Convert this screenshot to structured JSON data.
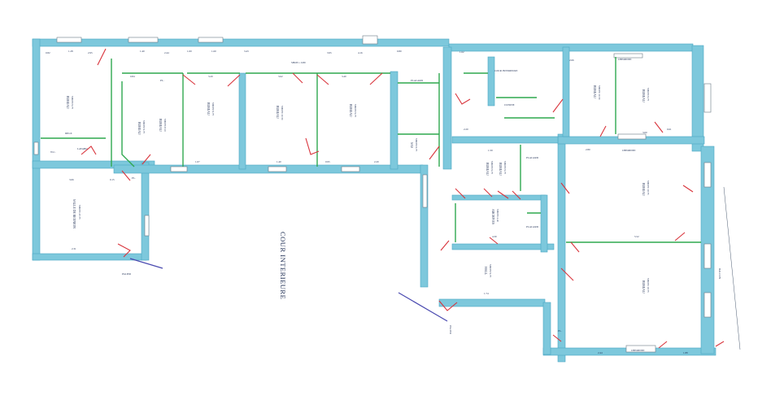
{
  "plan": {
    "courtyard_label": "COUR INTERIEURE",
    "rooms": [
      {
        "id": "bureau-1",
        "lines": [
          "BUREAU",
          "SHON=9.75"
        ]
      },
      {
        "id": "bureau-2",
        "lines": [
          "BUREAU",
          "SHON=8.10"
        ]
      },
      {
        "id": "bureau-3",
        "lines": [
          "BUREAU",
          "SHON=9.75"
        ]
      },
      {
        "id": "bureau-4",
        "lines": [
          "BUREAU",
          "SHON=10.50"
        ]
      },
      {
        "id": "bureau-5",
        "lines": [
          "BUREAU",
          "SHON=9.75"
        ]
      },
      {
        "id": "sas",
        "lines": [
          "SAS",
          "SHON=6.75"
        ]
      },
      {
        "id": "salle-reunion",
        "lines": [
          "SALLE DE REUNION",
          "SHON=45.75"
        ]
      },
      {
        "id": "bureau-6",
        "lines": [
          "BUREAU",
          "SHON=9.75"
        ]
      },
      {
        "id": "archives",
        "lines": [
          "ARCHIVES",
          "SHON=4.40"
        ]
      },
      {
        "id": "bureau-7",
        "lines": [
          "BUREAU",
          "SHON=10.50"
        ]
      },
      {
        "id": "bureau-8",
        "lines": [
          "BUREAU",
          "SHON=9.75"
        ]
      },
      {
        "id": "hall",
        "lines": [
          "HALL",
          "SHON=9.75"
        ]
      },
      {
        "id": "bureau-9",
        "lines": [
          "BUREAU",
          "SHON=18.75"
        ]
      },
      {
        "id": "bureau-10",
        "lines": [
          "BUREAU",
          "SHON=18.75"
        ]
      },
      {
        "id": "bureau-11",
        "lines": [
          "BUREAU",
          "SHON=9.75"
        ]
      },
      {
        "id": "bureau-12",
        "lines": [
          "BUREAU",
          "SHON=9.75"
        ]
      }
    ],
    "small_labels": {
      "degagement": "DEGT.",
      "wc": "W.C.",
      "lavabo": "LAVABO",
      "placard_1": "PLACARD",
      "placard_2": "PLACARD",
      "placard_3": "PLACARD",
      "cuisine": "CUISINE",
      "cour_interieure_small": "COUR INTERIEURE",
      "cheminee_1": "CHEMINEE",
      "cheminee_2": "CHEMINEE",
      "cheminee_3": "CHEMINEE",
      "palier_1": "PALIER",
      "palier_2": "PALIER",
      "balcon": "BALCON",
      "shon_top": "SHON = 0.80",
      "pl_1": "PL.",
      "pl_2": "PL.",
      "pl_3": "PL."
    },
    "dimensions": [
      "0.82",
      "1.28",
      "2.95",
      "1.40",
      "2.44",
      "1.00",
      "1.60",
      "3.43",
      "3.95",
      "4.16",
      "0.80",
      "3.62",
      "3.40",
      "3.20",
      "0.84",
      "1.07",
      "1.40",
      "0.95",
      "2.20",
      "3.66",
      "0.15",
      "2.31",
      "4.30",
      "1.59",
      "1.74",
      "2.20",
      "5.52",
      "2.80",
      "2.44",
      "1.88",
      "3.00",
      "0.61",
      "2.66",
      "1.02"
    ]
  }
}
